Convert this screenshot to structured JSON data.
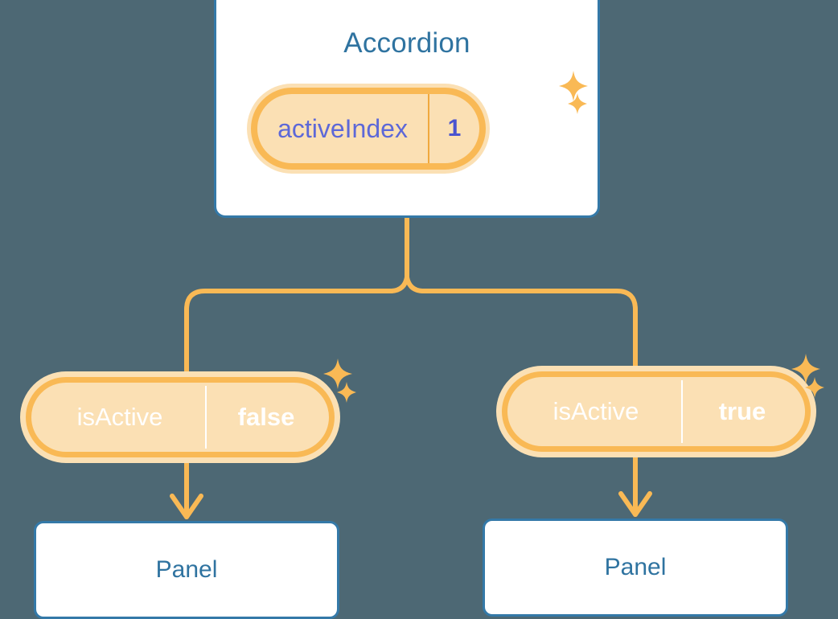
{
  "background_color": "#4d6874",
  "theme": {
    "card_border": "#3479a8",
    "title_text": "#2f73a0",
    "accent_orange": "#f9b955",
    "accent_orange_soft": "#fbe0b4",
    "purple": "#5e68d6",
    "purple_text": "#5d68d8",
    "white": "#ffffff"
  },
  "diagram": {
    "type": "component-state-tree",
    "root": {
      "name": "accordion-card",
      "title": "Accordion",
      "state": {
        "key": "activeIndex",
        "value": "1",
        "style": "light"
      },
      "sparkles": [
        {
          "name": "sparkle-large",
          "size": 38
        },
        {
          "name": "sparkle-small",
          "size": 22
        }
      ]
    },
    "children": [
      {
        "name": "branch-left",
        "state": {
          "key": "isActive",
          "value": "false",
          "style": "solid"
        },
        "panel": {
          "label": "Panel"
        },
        "sparkles": [
          {
            "name": "sparkle-large",
            "size": 36
          },
          {
            "name": "sparkle-small",
            "size": 22
          }
        ]
      },
      {
        "name": "branch-right",
        "state": {
          "key": "isActive",
          "value": "true",
          "style": "solid"
        },
        "panel": {
          "label": "Panel"
        },
        "sparkles": [
          {
            "name": "sparkle-large",
            "size": 36
          },
          {
            "name": "sparkle-small",
            "size": 22
          }
        ]
      }
    ],
    "connectors": {
      "style": "orthogonal-rounded",
      "color": "#f9b955",
      "stroke_width": 6,
      "arrowheads": "chevron-down"
    }
  }
}
